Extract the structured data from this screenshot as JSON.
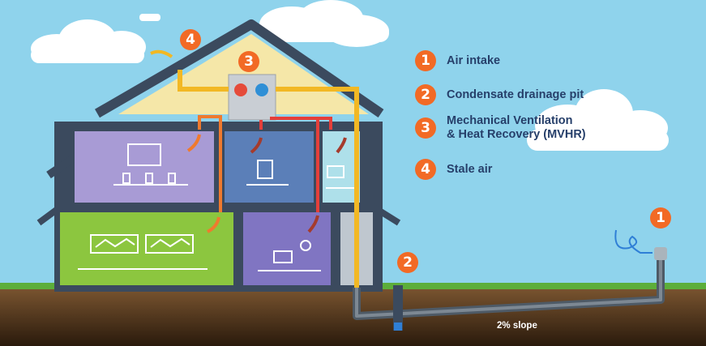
{
  "legend": [
    {
      "number": "1",
      "label": "Air intake"
    },
    {
      "number": "2",
      "label": "Condensate drainage pit"
    },
    {
      "number": "3",
      "label": "Mechanical Ventilation\n& Heat Recovery (MVHR)"
    },
    {
      "number": "4",
      "label": "Stale air"
    }
  ],
  "markers": {
    "intake": "1",
    "drain": "2",
    "mvhr": "3",
    "stale": "4"
  },
  "slope_label": "2% slope",
  "colors": {
    "sky": "#8fd3ec",
    "accent": "#f26a25",
    "text": "#263f6a",
    "wall": "#3b4a5e",
    "attic": "#f5e7a8",
    "office_purple": "#a89bd5",
    "office_blue": "#5b7fb8",
    "office_light": "#aee0ea",
    "office_green": "#8cc63f",
    "office_violet": "#8075c2",
    "duct_fresh": "#f2b824",
    "duct_supply": "#e53f3a",
    "duct_extract": "#ef7a2e",
    "ground": "#6b4a26",
    "grass": "#5cae3a",
    "pipe": "#4e5a66"
  }
}
